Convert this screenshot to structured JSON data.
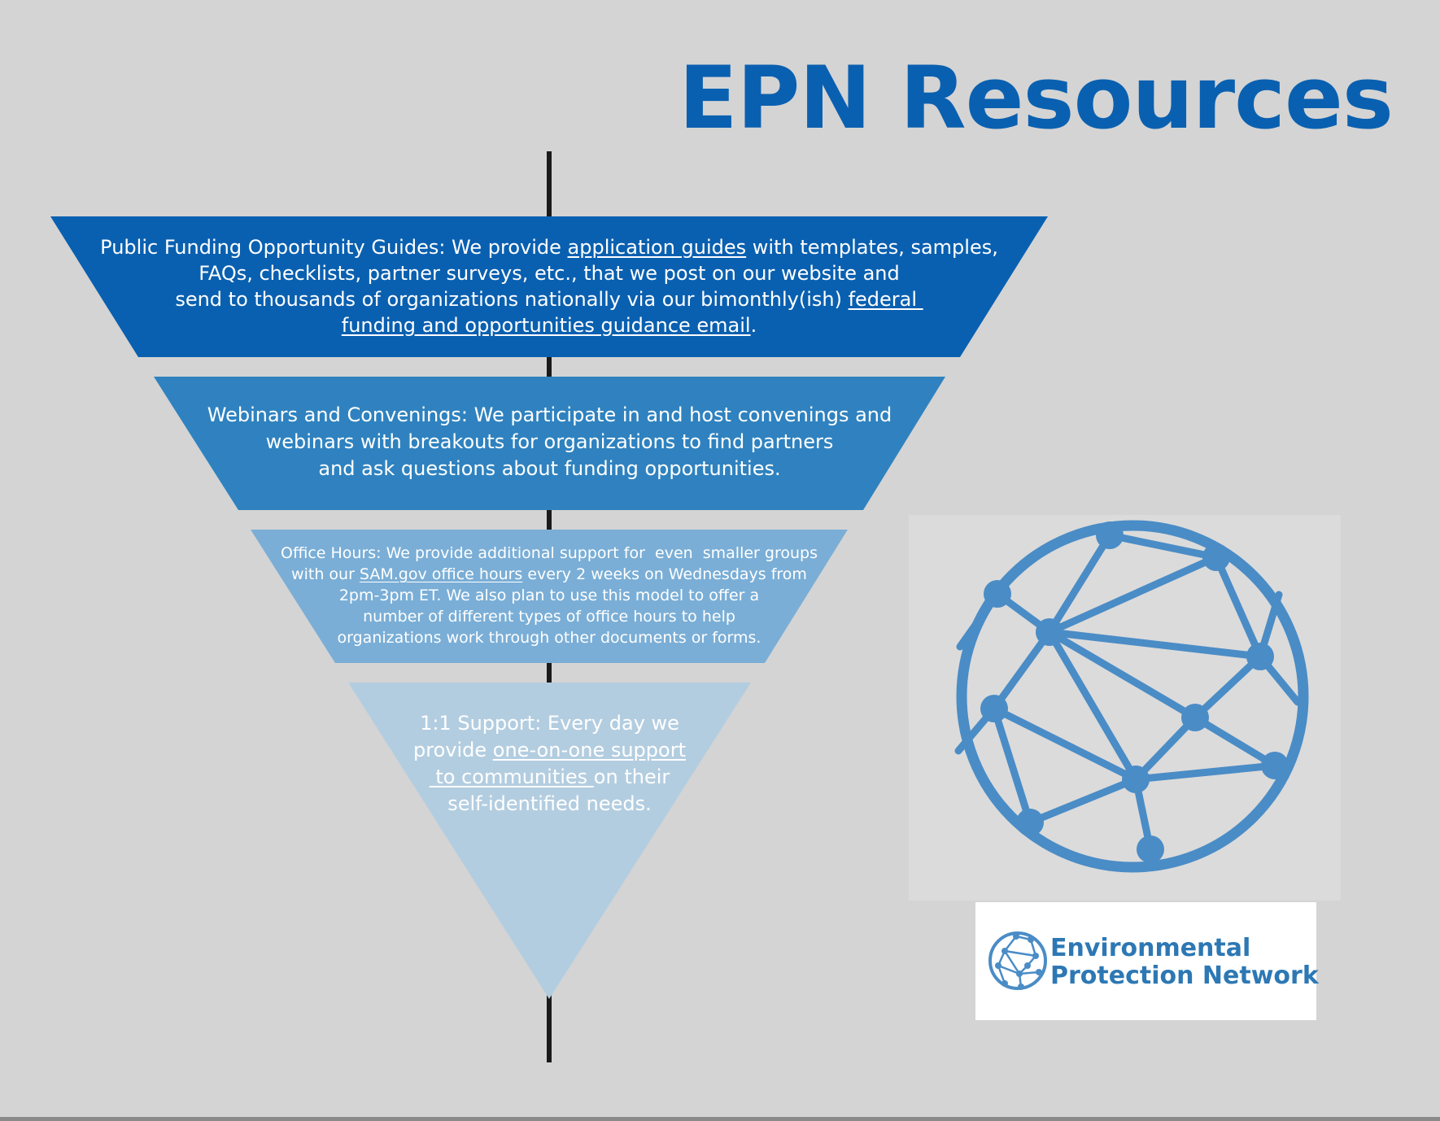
{
  "title": "EPN Resources",
  "colors": {
    "background": "#d4d4d4",
    "title": "#0a60b0",
    "tier1": "#0a60b0",
    "tier2": "#2f82bf",
    "tier3": "#7aaed6",
    "tier4": "#b3cde0",
    "logo_blue": "#4a8cc6"
  },
  "tiers": [
    {
      "id": "public-funding-guides",
      "lines": [
        [
          {
            "t": "Public Funding Opportunity Guides: We provide "
          },
          {
            "t": "application guides",
            "link": true
          },
          {
            "t": " with templates, samples,"
          }
        ],
        [
          {
            "t": "FAQs, checklists, partner surveys, etc., that we post on our website and"
          }
        ],
        [
          {
            "t": "send to thousands of organizations nationally via our bimonthly(ish) "
          },
          {
            "t": "federal ",
            "link": true
          }
        ],
        [
          {
            "t": "funding and opportunities guidance email",
            "link": true
          },
          {
            "t": "."
          }
        ]
      ]
    },
    {
      "id": "webinars-convenings",
      "lines": [
        [
          {
            "t": "Webinars and Convenings: We participate in and host convenings and"
          }
        ],
        [
          {
            "t": "webinars with breakouts for organizations to find partners"
          }
        ],
        [
          {
            "t": "and ask questions about funding opportunities."
          }
        ]
      ]
    },
    {
      "id": "office-hours",
      "lines": [
        [
          {
            "t": "Office Hours: We provide additional support for  even  smaller groups"
          }
        ],
        [
          {
            "t": "with our "
          },
          {
            "t": "SAM.gov office hours",
            "link": true
          },
          {
            "t": " every 2 weeks on Wednesdays from"
          }
        ],
        [
          {
            "t": "2pm-3pm ET. We also plan to use this model to offer a"
          }
        ],
        [
          {
            "t": "number of different types of office hours to help"
          }
        ],
        [
          {
            "t": "organizations work through other documents or forms."
          }
        ]
      ]
    },
    {
      "id": "one-on-one-support",
      "lines": [
        [
          {
            "t": "1:1 Support: Every day we"
          }
        ],
        [
          {
            "t": "provide "
          },
          {
            "t": "one-on-one support",
            "link": true
          }
        ],
        [
          {
            "t": " to communities ",
            "link": true
          },
          {
            "t": "on their"
          }
        ],
        [
          {
            "t": "self-identified needs."
          }
        ]
      ]
    }
  ],
  "logo": {
    "icon": "network-globe-icon",
    "wordmark_line1": "Environmental",
    "wordmark_line2": "Protection Network"
  }
}
